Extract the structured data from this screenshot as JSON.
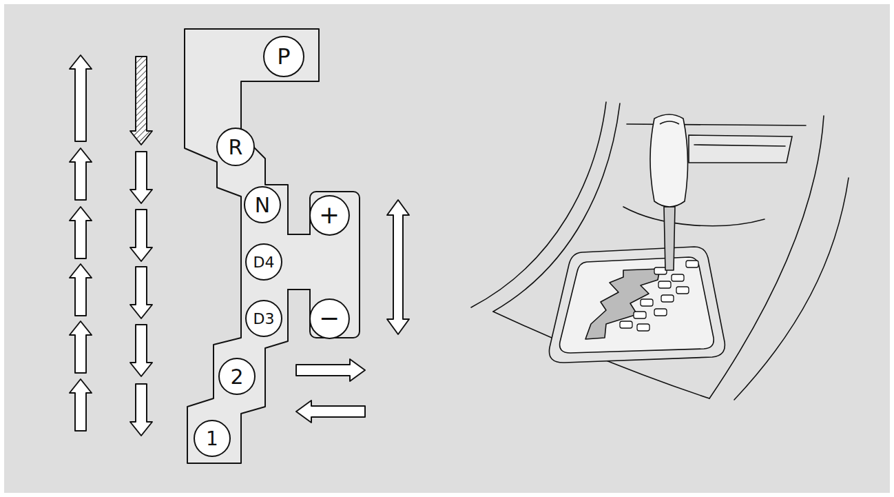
{
  "diagram": {
    "nodes": [
      {
        "text": [
          "P"
        ]
      },
      {
        "text": [
          "R"
        ]
      },
      {
        "text": [
          "N"
        ]
      },
      {
        "text": [
          "D4"
        ]
      },
      {
        "text": [
          "D3"
        ]
      },
      {
        "text": [
          "2"
        ]
      },
      {
        "text": [
          "1"
        ]
      },
      {
        "text": [
          "+"
        ]
      },
      {
        "text": [
          "−"
        ]
      }
    ]
  }
}
